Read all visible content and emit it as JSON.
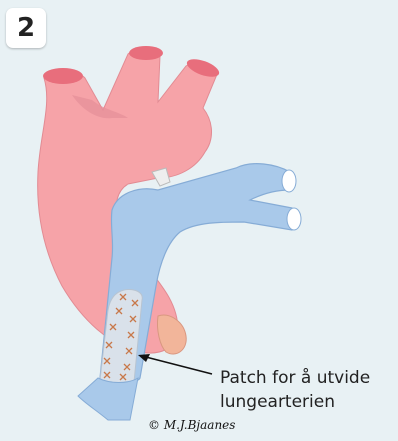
{
  "step": {
    "number": "2"
  },
  "callout": {
    "line1": "Patch for å utvide",
    "line2": "lungearterien"
  },
  "signature": {
    "text": "© M.J.Bjaanes"
  },
  "colors": {
    "background": "#e8f1f4",
    "aorta": "#f6a3a8",
    "aorta_dark": "#e07d86",
    "pulmonary_artery": "#a9c9ea",
    "pulmonary_artery_dark": "#86acd6",
    "patch": "#d9e1ea",
    "stitches": "#c8784a",
    "appendage": "#f2b59a"
  }
}
